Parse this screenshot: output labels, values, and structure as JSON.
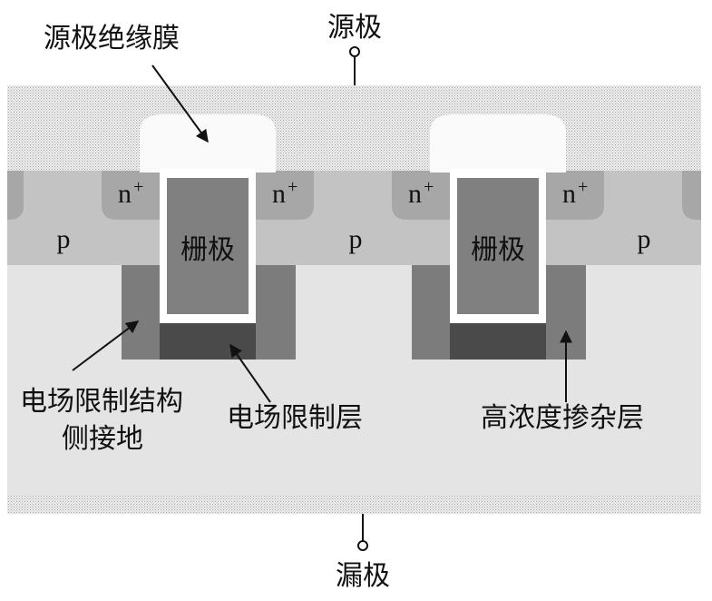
{
  "labels": {
    "source": "源极",
    "drain": "漏极",
    "source_insulation": "源极绝缘膜",
    "gate_left": "栅极",
    "gate_right": "栅极",
    "p_left": "p",
    "p_center": "p",
    "p_right": "p",
    "n_base": "n",
    "n_sup": "+",
    "field_limit_side_ground_line1": "电场限制结构",
    "field_limit_side_ground_line2": "侧接地",
    "field_limit_layer": "电场限制层",
    "high_doping_layer": "高浓度掺杂层"
  },
  "colors": {
    "dotted_metal": "#e0e0e0",
    "p_region": "#c3c3c3",
    "n_plus": "#a7a7a7",
    "drift": "#e4e4e4",
    "gate": "#808080",
    "field_limit_layer": "#4a4a4a",
    "high_doping_layer": "#7c7c7c",
    "insulator": "#ffffff"
  }
}
